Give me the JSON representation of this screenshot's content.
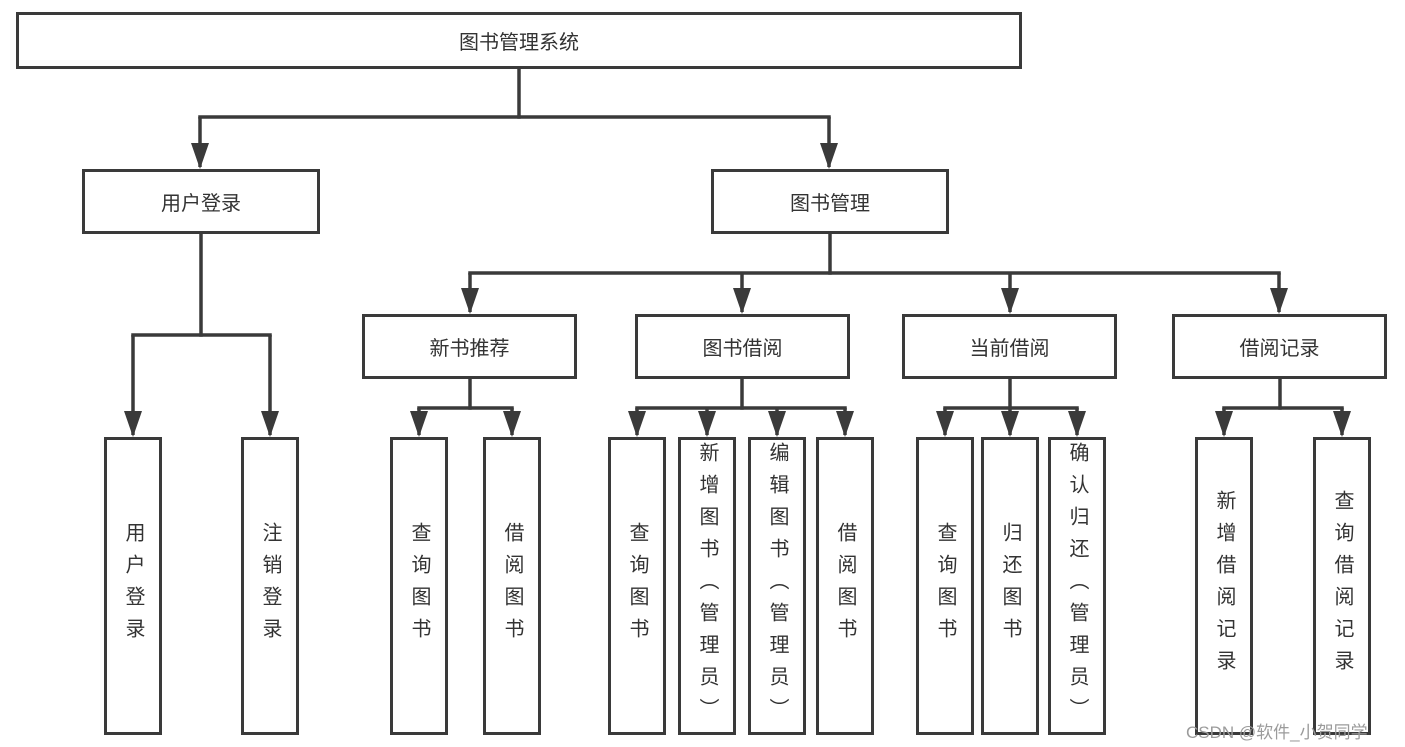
{
  "diagram": {
    "root": {
      "label": "图书管理系统"
    },
    "children": [
      {
        "label": "用户登录",
        "leaves": [
          "用户登录",
          "注销登录"
        ]
      },
      {
        "label": "图书管理",
        "children": [
          {
            "label": "新书推荐",
            "leaves": [
              "查询图书",
              "借阅图书"
            ]
          },
          {
            "label": "图书借阅",
            "leaves": [
              "查询图书",
              "新增图书（管理员）",
              "编辑图书（管理员）",
              "借阅图书"
            ]
          },
          {
            "label": "当前借阅",
            "leaves": [
              "查询图书",
              "归还图书",
              "确认归还（管理员）"
            ]
          },
          {
            "label": "借阅记录",
            "leaves": [
              "新增借阅记录",
              "查询借阅记录"
            ]
          }
        ]
      }
    ]
  },
  "watermark": "CSDN @软件_小贺同学",
  "colors": {
    "line": "#3a3a3a",
    "text": "#333333",
    "watermark": "#9b9b9b",
    "background": "#ffffff"
  }
}
